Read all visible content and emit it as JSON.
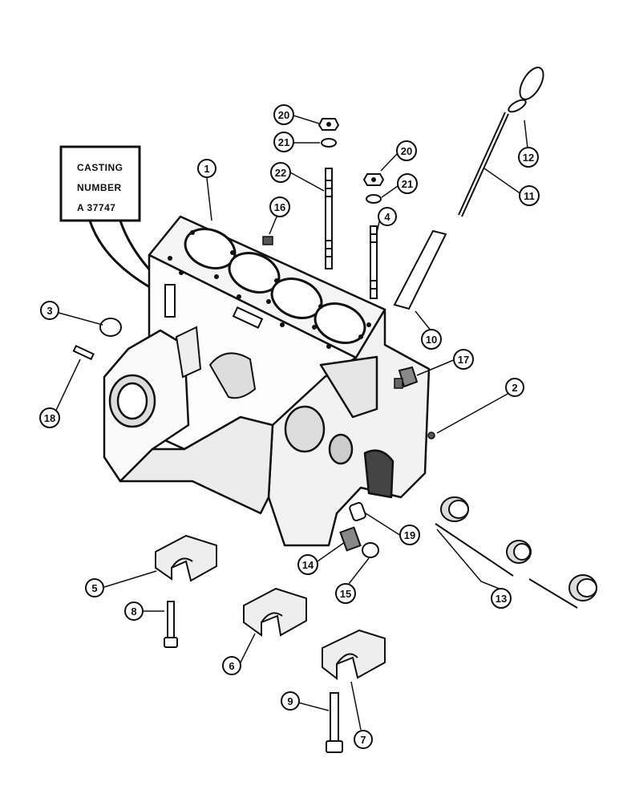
{
  "casting_box": {
    "line1": "CASTING",
    "line2": "NUMBER",
    "line3": "A 37747"
  },
  "callouts": {
    "c1": "1",
    "c2": "2",
    "c3": "3",
    "c4": "4",
    "c5": "5",
    "c6": "6",
    "c7": "7",
    "c8": "8",
    "c9": "9",
    "c10": "10",
    "c11": "11",
    "c12": "12",
    "c13": "13",
    "c14": "14",
    "c15": "15",
    "c16": "16",
    "c17": "17",
    "c18": "18",
    "c19": "19",
    "c20a": "20",
    "c20b": "20",
    "c21a": "21",
    "c21b": "21",
    "c22": "22"
  },
  "colors": {
    "ink": "#111111",
    "paper": "#ffffff",
    "shade": "#555555"
  }
}
